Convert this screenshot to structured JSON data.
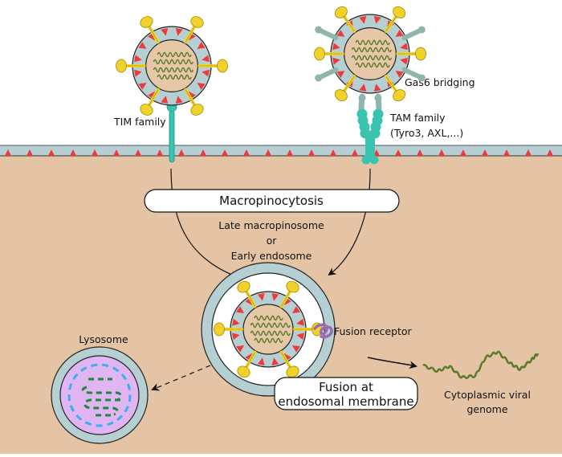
{
  "diagram": {
    "title": "Virus entry via TIM/TAM receptors and macropinocytosis",
    "colors": {
      "cytoplasm": "#e4c4a4",
      "membrane": "#b5cfd3",
      "membrane_outline": "#3a3a3a",
      "phosphatidylserine": "#f03a3a",
      "glycoprotein": "#f0d22a",
      "glycoprotein_outline": "#a0860a",
      "capsid": "#e6c8a8",
      "rna": "#5a7a2a",
      "receptor": "#3ac4b0",
      "gas6": "#8fb5ad",
      "lysosome_lumen": "#e1b4f2",
      "lysosome_dash_outer": "#3ab0f0",
      "lysosome_dash_inner": "#1a8a3a",
      "fusion_receptor": "#9a6ab0",
      "box_fill": "#ffffff"
    },
    "labels": {
      "tim_family": "TIM family",
      "gas6_bridging": "Gas6 bridging",
      "tam_family_line1": "TAM family",
      "tam_family_line2": "(Tyro3, AXL,...)",
      "macropinocytosis": "Macropinocytosis",
      "endosome_line1": "Late macropinosome",
      "endosome_line2": "or",
      "endosome_line3": "Early endosome",
      "fusion_receptor": "Fusion receptor",
      "lysosome": "Lysosome",
      "fusion_box_line1": "Fusion at",
      "fusion_box_line2": "endosomal membrane",
      "genome_line1": "Cytoplasmic viral",
      "genome_line2": "genome"
    }
  }
}
